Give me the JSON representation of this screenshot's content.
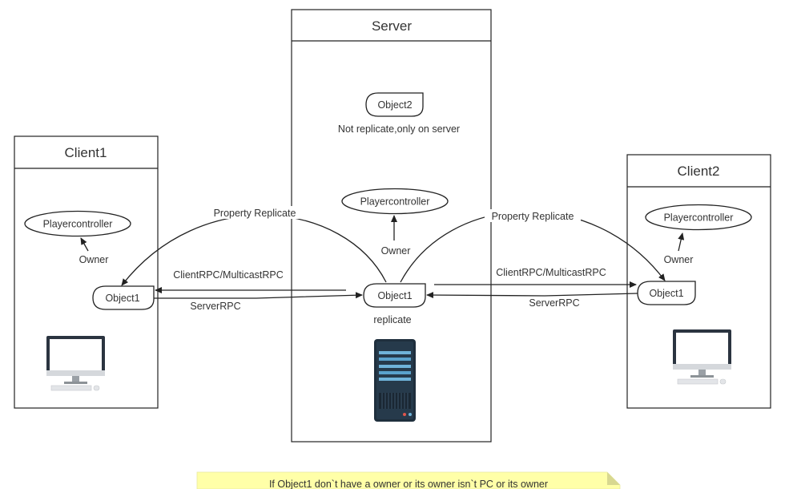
{
  "server": {
    "title": "Server",
    "object2": "Object2",
    "object2_note": "Not replicate,only on server",
    "playercontroller": "Playercontroller",
    "owner": "Owner",
    "object1": "Object1",
    "replicate": "replicate"
  },
  "client1": {
    "title": "Client1",
    "playercontroller": "Playercontroller",
    "owner": "Owner",
    "object1": "Object1"
  },
  "client2": {
    "title": "Client2",
    "playercontroller": "Playercontroller",
    "owner": "Owner",
    "object1": "Object1"
  },
  "links": {
    "property_replicate_left": "Property Replicate",
    "property_replicate_right": "Property Replicate",
    "client_rpc_left": "ClientRPC/MulticastRPC",
    "client_rpc_right": "ClientRPC/MulticastRPC",
    "server_rpc_left": "ServerRPC",
    "server_rpc_right": "ServerRPC"
  },
  "note": {
    "text": "If Object1 don`t have a owner or its owner isn`t PC or its owner",
    "color": "#ffffa8"
  },
  "icons": {
    "client1": "desktop-computer-icon",
    "client2": "desktop-computer-icon",
    "server": "server-rack-icon"
  }
}
